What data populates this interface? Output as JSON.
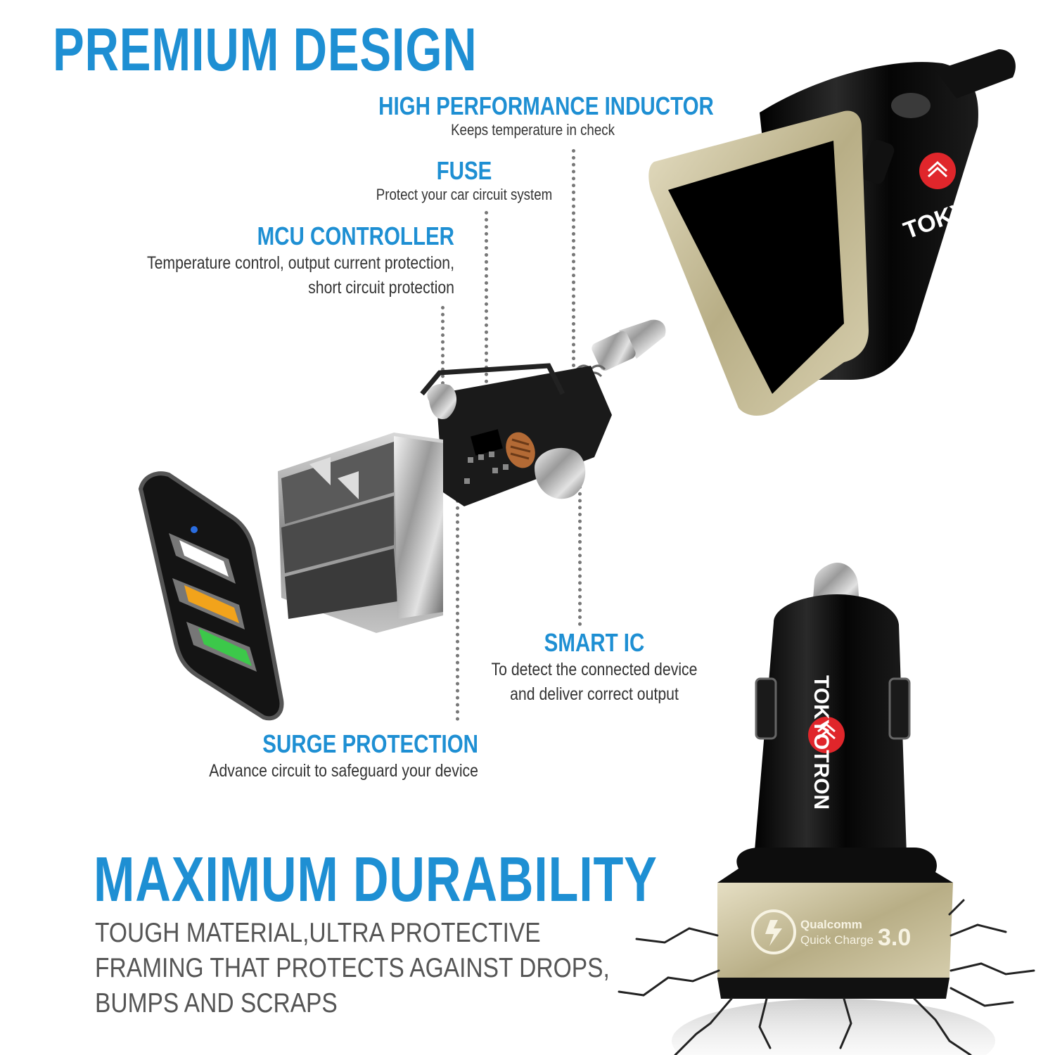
{
  "headline_top": "PREMIUM DESIGN",
  "features": [
    {
      "title": "HIGH PERFORMANCE INDUCTOR",
      "desc": [
        "Keeps temperature in check"
      ]
    },
    {
      "title": "FUSE",
      "desc": [
        "Protect your car circuit system"
      ]
    },
    {
      "title": "MCU CONTROLLER",
      "desc": [
        "Temperature control, output current protection,",
        "short circuit protection"
      ]
    },
    {
      "title": "SMART IC",
      "desc": [
        "To detect the connected device",
        "and deliver correct output"
      ]
    },
    {
      "title": "SURGE PROTECTION",
      "desc": [
        "Advance circuit to safeguard your device"
      ]
    }
  ],
  "headline_bottom": "MAXIMUM DURABILITY",
  "durability_lines": [
    "TOUGH MATERIAL,ULTRA PROTECTIVE",
    "FRAMING THAT PROTECTS AGAINST DROPS,",
    "BUMPS AND SCRAPS"
  ],
  "brand": "TOKYOTRON",
  "badge": {
    "line1": "Qualcomm",
    "line2": "Quick Charge",
    "version": "3.0"
  },
  "colors": {
    "accent": "#1e8fd3",
    "brand_red": "#e0262b",
    "gold": "#c8bf9a",
    "usb_orange": "#f2a31b",
    "usb_green": "#3cc84a"
  }
}
